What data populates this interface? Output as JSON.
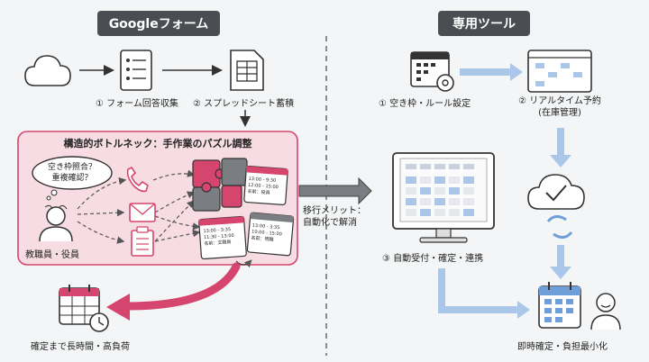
{
  "left": {
    "header": "Googleフォーム",
    "step1": "① フォーム回答収集",
    "step2": "② スプレッドシート蓄積",
    "bottleneck_title": "構造的ボトルネック：手作業のパズル調整",
    "bubble_line1": "空き枠照合？",
    "bubble_line2": "重複確認？",
    "actor": "教職員・役員",
    "result": "確定まで長時間・高負荷",
    "cards": [
      {
        "t1": "13:00 - 9:30",
        "t2": "12:00 - 15:00",
        "t3": "名前：役員"
      },
      {
        "t1": "13:00 - 3:35",
        "t2": "11:30 - 13:00",
        "t3": "名前：文職員"
      },
      {
        "t1": "13:00 - 3:35",
        "t2": "10:00 - 15:00",
        "t3": "名前：現職"
      }
    ]
  },
  "migration": {
    "line1": "移行メリット：",
    "line2": "自動化で解消"
  },
  "right": {
    "header": "専用ツール",
    "step1": "① 空き枠・ルール設定",
    "step2_line1": "② リアルタイム予約",
    "step2_line2": "(在庫管理)",
    "step3": "③ 自動受付・確定・連携",
    "result": "即時確定・負担最小化"
  },
  "colors": {
    "accent_pink": "#d6456e",
    "accent_blue": "#8fb3df",
    "panel_bg": "#f7dde3",
    "header_bg": "#4a4d52"
  }
}
